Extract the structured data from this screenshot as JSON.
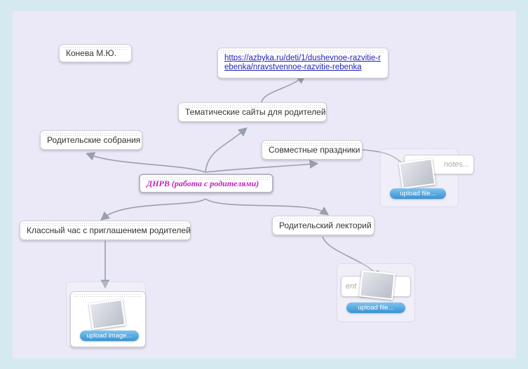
{
  "author_label": "Конева М.Ю.",
  "central_topic": "ДНРВ (работа с родителями)",
  "nodes": {
    "sites": "Тематические сайты для родителей",
    "link": "https://azbyka.ru/deti/1/dushevnoe-razvitie-rebenka/nravstvennoe-razvitie-rebenka",
    "meetings": "Родительские собрания",
    "holidays": "Совместные праздники",
    "class_hour": "Классный час с приглашением родителей",
    "lecture": "Родительский лекторий"
  },
  "attachments": {
    "notes_placeholder": "notes...",
    "enter_placeholder": "ent",
    "upload_file": "upload file...",
    "upload_image": "upload image..."
  },
  "colors": {
    "canvas": "#ebe9f7",
    "frame": "#d4eaf0",
    "central_text": "#c41fb8",
    "link": "#2222bb",
    "button": "#3a92d4"
  }
}
